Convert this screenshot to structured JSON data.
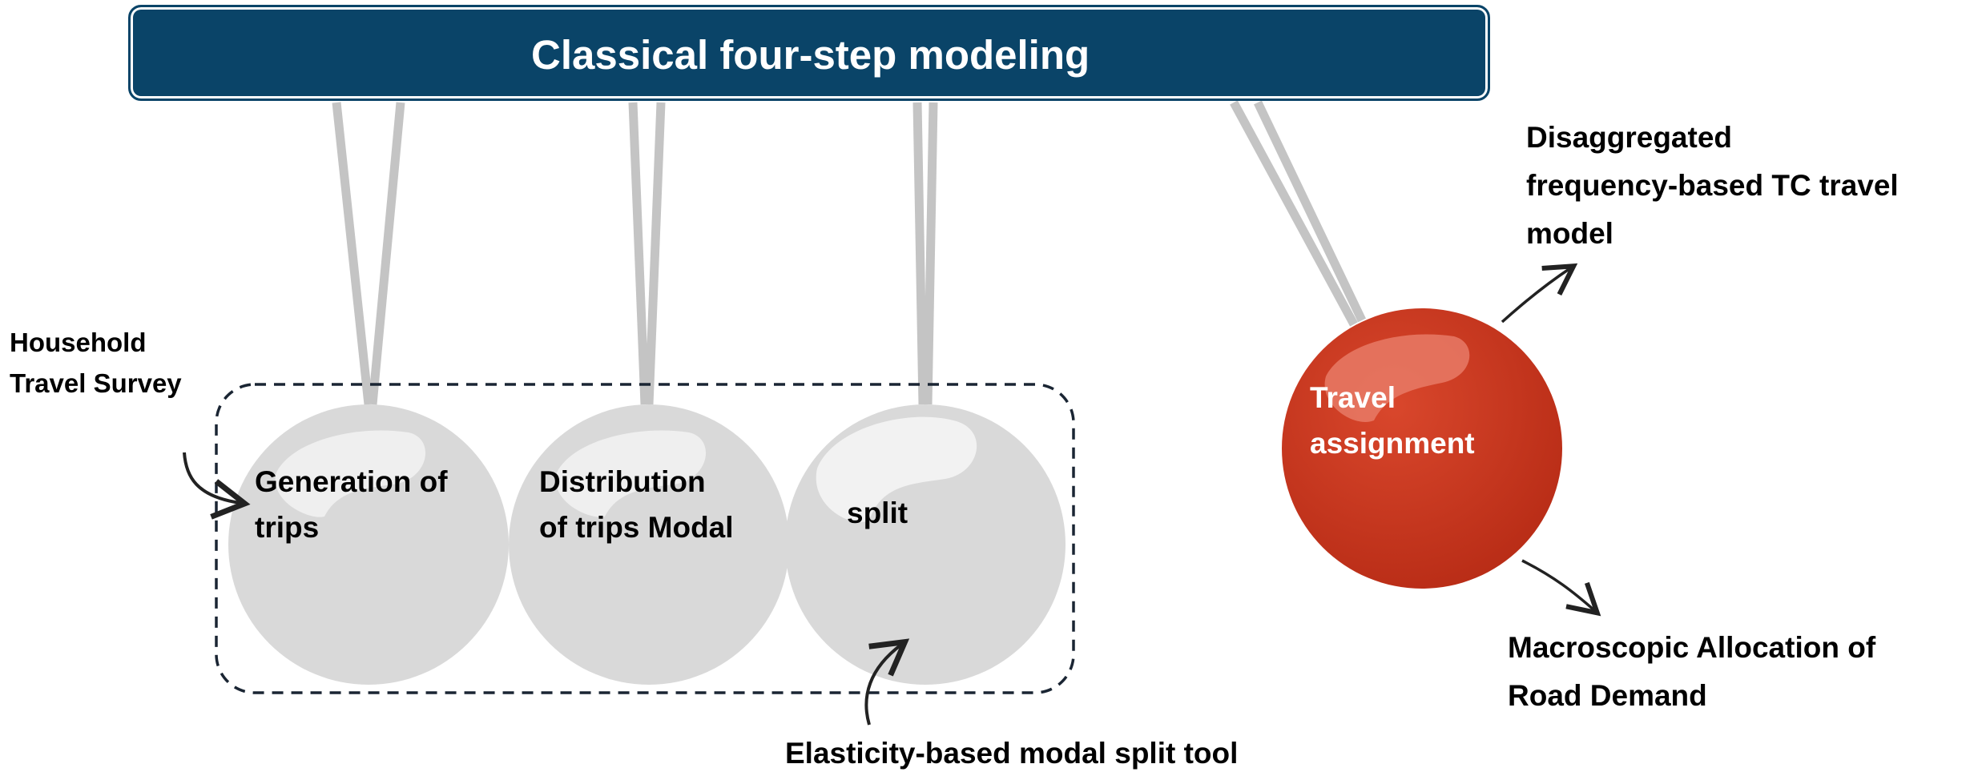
{
  "title": "Classical four-step modeling",
  "steps": [
    {
      "lines": [
        "Generation of",
        "trips"
      ]
    },
    {
      "lines": [
        "Distribution",
        "of trips Modal"
      ]
    },
    {
      "lines": [
        "split"
      ]
    },
    {
      "lines": [
        "Travel",
        "assignment"
      ]
    }
  ],
  "inputs": {
    "survey": [
      "Household",
      "Travel Survey"
    ]
  },
  "outputs": {
    "elasticity_tool": "Elasticity-based modal split tool",
    "tc_model": [
      "Disaggregated",
      "frequency-based TC travel",
      "model"
    ],
    "road_demand": [
      "Macroscopic Allocation of",
      "Road Demand"
    ]
  },
  "colors": {
    "title_bar": "#0a4468",
    "ball_grey": "#d9d9d9",
    "ball_red": "#c0311a",
    "string": "#c4c4c4"
  }
}
